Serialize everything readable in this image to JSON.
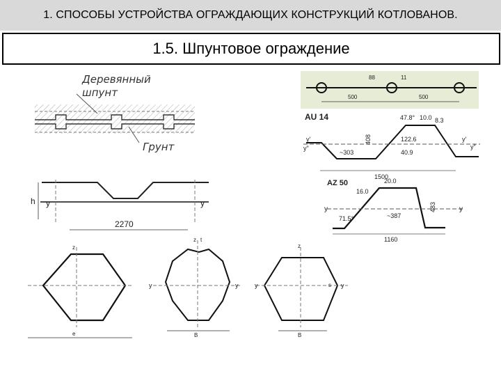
{
  "header": {
    "section_title": "1. СПОСОБЫ УСТРОЙСТВА ОГРАЖДАЮЩИХ КОНСТРУКЦИЙ КОТЛОВАНОВ."
  },
  "slide": {
    "title": "1.5. Шпунтовое ограждение"
  },
  "fig_wood": {
    "label_sheet_1": "Деревянный",
    "label_sheet_2": "шпунт",
    "label_soil": "Грунт"
  },
  "fig_larssen": {
    "h": "h",
    "y_left": "y",
    "y_right": "y",
    "width": "2270"
  },
  "fig_connector": {
    "dim_88": "88",
    "dim_11": "11",
    "span_a": "500",
    "span_b": "500"
  },
  "fig_au": {
    "name": "AU 14",
    "angle": "47.8°",
    "d10": "10.0",
    "d83": "8.3",
    "h408": "408",
    "w1226": "122.6",
    "w409": "40.9",
    "w303": "~303",
    "w1500": "1500",
    "y1": "y'",
    "y2": "y\"",
    "y3": "y'",
    "y4": "y\""
  },
  "fig_az": {
    "name": "AZ 50",
    "d16": "16.0",
    "d20": "20.0",
    "angle": "71.5°",
    "w387": "~387",
    "h483": "483",
    "w1160": "1160",
    "y_l": "y",
    "y_r": "y"
  },
  "fig_boxes": {
    "z": "z",
    "y": "y",
    "t": "t",
    "s": "s",
    "b": "B",
    "e": "e"
  }
}
